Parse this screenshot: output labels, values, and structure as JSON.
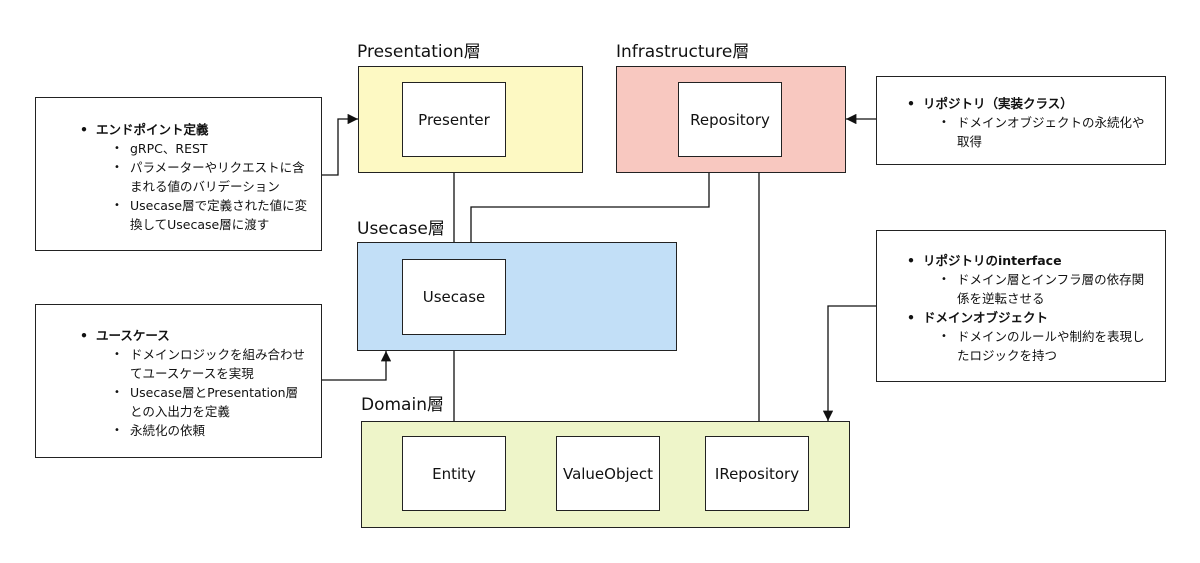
{
  "layers": {
    "presentation": {
      "title": "Presentation層",
      "color": "#fdf9c3"
    },
    "infrastructure": {
      "title": "Infrastructure層",
      "color": "#f8c8c0"
    },
    "usecase": {
      "title": "Usecase層",
      "color": "#c2dff7"
    },
    "domain": {
      "title": "Domain層",
      "color": "#eef5c9"
    }
  },
  "classes": {
    "presenter": "Presenter",
    "repository": "Repository",
    "usecase": "Usecase",
    "entity": "Entity",
    "value_object": "ValueObject",
    "irepository": "IRepository"
  },
  "notes": {
    "endpoint": {
      "heading": "エンドポイント定義",
      "items": [
        "gRPC、REST",
        "パラメーターやリクエストに含まれる値のバリデーション",
        "Usecase層で定義された値に変換してUsecase層に渡す"
      ]
    },
    "usecase": {
      "heading": "ユースケース",
      "items": [
        "ドメインロジックを組み合わせてユースケースを実現",
        "Usecase層とPresentation層との入出力を定義",
        "永続化の依頼"
      ]
    },
    "repository_impl": {
      "heading": "リポジトリ（実装クラス）",
      "items": [
        "ドメインオブジェクトの永続化や取得"
      ]
    },
    "domain": {
      "heading1": "リポジトリのinterface",
      "items1": [
        "ドメイン層とインフラ層の依存関係を逆転させる"
      ],
      "heading2": "ドメインオブジェクト",
      "items2": [
        "ドメインのルールや制約を表現したロジックを持つ"
      ]
    }
  }
}
